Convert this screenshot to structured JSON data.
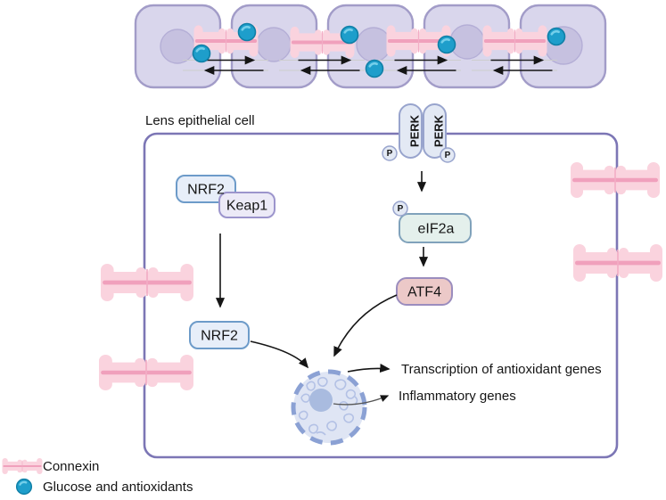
{
  "labels": {
    "cell_title": "Lens epithelial cell",
    "transcription_output": "Transcription of antioxidant genes",
    "inflammatory_output": "Inflammatory genes"
  },
  "molecules": {
    "perk_left": "PERK",
    "perk_right": "PERK",
    "phospho": "P",
    "nrf2_bound": "NRF2",
    "keap1": "Keap1",
    "eif2a": "eIF2a",
    "atf4": "ATF4",
    "nrf2_free": "NRF2"
  },
  "legend": {
    "connexin_label": "Connexin",
    "glucose_label": "Glucose and antioxidants"
  },
  "colors": {
    "cell_fill": "#d9d6ec",
    "cell_border": "#a29cc8",
    "nucleus_fill": "#c6c1e0",
    "nucleus_border": "#b4aed6",
    "membrane": "#7c76b5",
    "connexin_fill": "#fad3de",
    "connexin_stripe": "#f0a0bc",
    "connexin_seam": "#f2adc5",
    "glucose_fill": "#1e9ecb",
    "glucose_border": "#0f7fa6",
    "perk_fill": "#e3e9f4",
    "perk_border": "#98a4cd",
    "nrf2_fill": "#e7eef9",
    "nrf2_border": "#6d9bc9",
    "keap1_fill": "#eceaf7",
    "keap1_border": "#9c95cc",
    "eif2a_fill": "#e4f0ec",
    "eif2a_border": "#80a2bb",
    "atf4_fill": "#ecc9c8",
    "atf4_border": "#9b8dbe",
    "nucleus_big_fill": "#dfe5f4",
    "nucleus_big_border": "#8ba1d4",
    "nucleolus": "#a9bbdf",
    "chromatin": "#b3c1e5"
  }
}
